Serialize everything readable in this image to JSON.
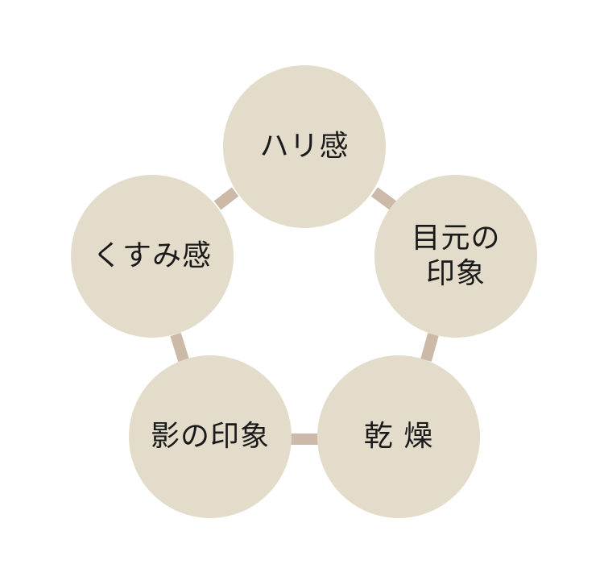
{
  "colors": {
    "node_fill": "#e4dccb",
    "connector": "#cdb9a8",
    "text": "#1a1a1a"
  },
  "nodes": [
    {
      "id": "top",
      "lines": [
        "ハリ感"
      ]
    },
    {
      "id": "right",
      "lines": [
        "目元の",
        "印象"
      ]
    },
    {
      "id": "bottom-right",
      "lines": [
        "乾 燥"
      ]
    },
    {
      "id": "bottom-left",
      "lines": [
        "影の印象"
      ]
    },
    {
      "id": "left",
      "lines": [
        "くすみ感"
      ]
    }
  ]
}
